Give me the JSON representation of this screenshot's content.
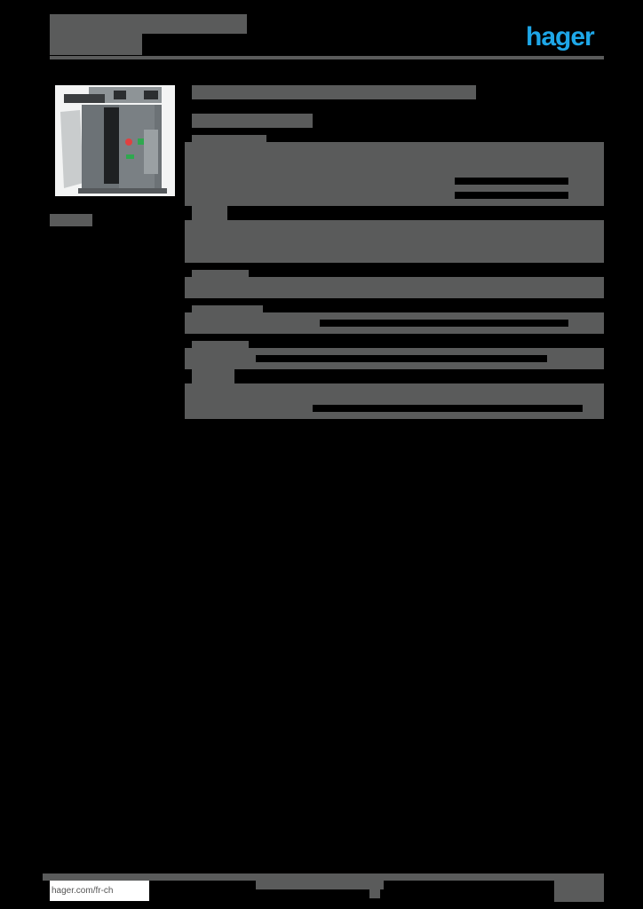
{
  "header": {
    "title_redacted": true,
    "subtitle_redacted": true,
    "logo_text": "hager",
    "logo_color": "#1ea7e8"
  },
  "product": {
    "image_alt": "air circuit breaker",
    "caption_redacted": true
  },
  "main": {
    "heading_redacted": true,
    "subheading_redacted": true,
    "sections_redacted": 6
  },
  "footer": {
    "link": "hager.com/fr-ch",
    "center_redacted": true,
    "page_info_redacted": true
  },
  "colors": {
    "background": "#000000",
    "redaction": "#5a5b5b",
    "brand": "#1ea7e8"
  }
}
